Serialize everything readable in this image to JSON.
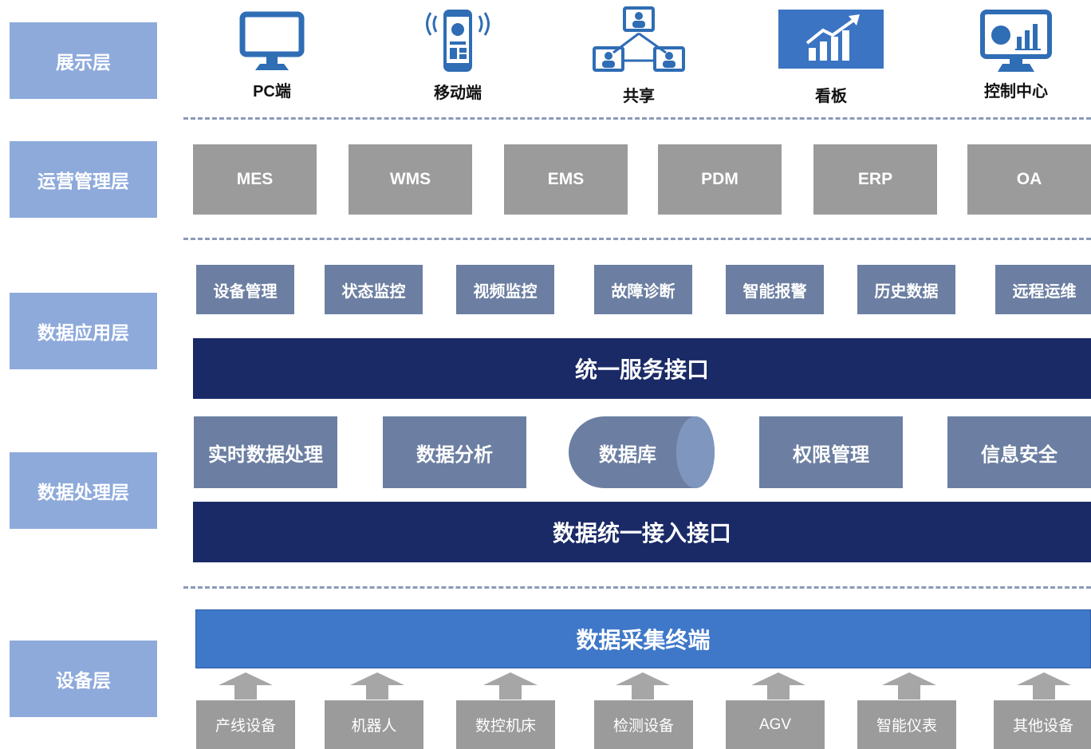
{
  "layers": {
    "display": "展示层",
    "operations": "运营管理层",
    "application": "数据应用层",
    "processing": "数据处理层",
    "device": "设备层"
  },
  "display_items": [
    {
      "label": "PC端",
      "icon": "monitor-icon"
    },
    {
      "label": "移动端",
      "icon": "mobile-phone-icon"
    },
    {
      "label": "共享",
      "icon": "share-network-icon"
    },
    {
      "label": "看板",
      "icon": "bar-chart-trend-icon"
    },
    {
      "label": "控制中心",
      "icon": "control-center-monitor-icon"
    }
  ],
  "operations_items": [
    "MES",
    "WMS",
    "EMS",
    "PDM",
    "ERP",
    "OA"
  ],
  "application_items": [
    "设备管理",
    "状态监控",
    "视频监控",
    "故障诊断",
    "智能报警",
    "历史数据",
    "远程运维"
  ],
  "unified_service_interface": "统一服务接口",
  "processing_items": [
    "实时数据处理",
    "数据分析",
    "数据库",
    "权限管理",
    "信息安全"
  ],
  "unified_data_access_interface": "数据统一接入接口",
  "data_collection_terminal": "数据采集终端",
  "device_items": [
    "产线设备",
    "机器人",
    "数控机床",
    "检测设备",
    "AGV",
    "智能仪表",
    "其他设备"
  ],
  "colors": {
    "layer_label_bg": "#8eaadb",
    "ops_box_bg": "#9b9b9b",
    "app_box_bg": "#6c7fa2",
    "navy_bar_bg": "#1a2a66",
    "collection_bar_bg": "#3f78c8",
    "icon_blue": "#2f6db5"
  }
}
